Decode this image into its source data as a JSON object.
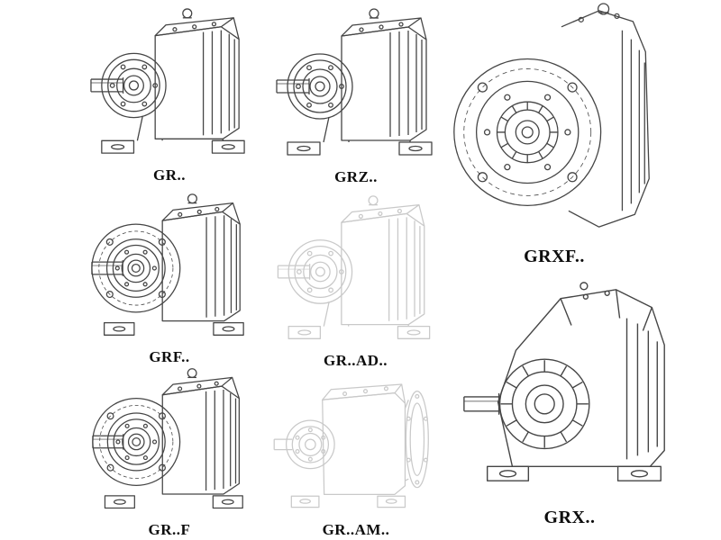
{
  "colors": {
    "background": "#ffffff",
    "line": "#454545",
    "faded-line": "#c9c9c9",
    "label": "#0d0d0d"
  },
  "page": {
    "kind": "gear-reducer-catalog-lineart",
    "rows": 3,
    "columns": 3
  },
  "figures": [
    {
      "label": "GR..",
      "drawing": "foot-mounted-helical-gear-unit-side-view",
      "faded": false
    },
    {
      "label": "GRZ..",
      "drawing": "foot-mounted-helical-gear-unit-side-view",
      "faded": false
    },
    {
      "label": "GRXF..",
      "drawing": "flange-mounted-gear-unit-front-view",
      "faded": false
    },
    {
      "label": "GRF..",
      "drawing": "flange-mounted-gear-unit-with-shaft",
      "faded": false
    },
    {
      "label": "GR..AD..",
      "drawing": "gear-unit-with-input-adapter-ghost-view",
      "faded": true
    },
    {
      "label": "GRX..",
      "drawing": "large-foot-mounted-gear-unit-ribbed-hub",
      "faded": false
    },
    {
      "label": "GR..F",
      "drawing": "flange-mounted-gear-unit-with-shaft",
      "faded": false
    },
    {
      "label": "GR..AM..",
      "drawing": "gear-unit-with-motor-adapter-flange-ghost",
      "faded": true
    }
  ]
}
